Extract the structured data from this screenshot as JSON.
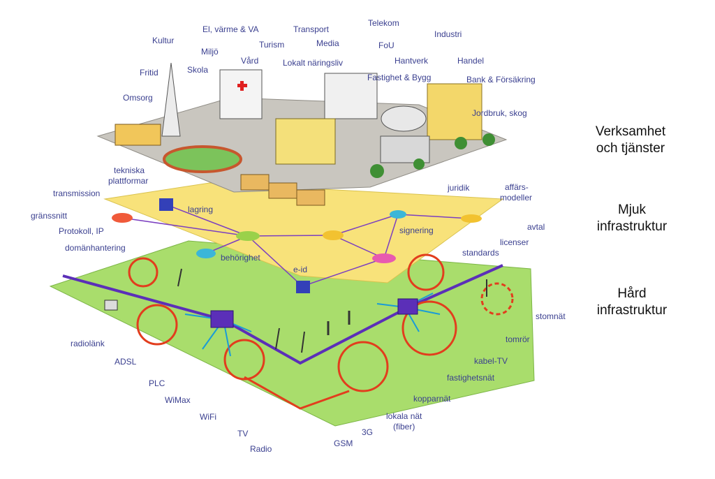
{
  "layers": {
    "top": {
      "title_line1": "Verksamhet",
      "title_line2": "och tjänster"
    },
    "middle": {
      "title_line1": "Mjuk",
      "title_line2": "infrastruktur"
    },
    "bottom": {
      "title_line1": "Hård",
      "title_line2": "infrastruktur"
    }
  },
  "services": [
    "Kultur",
    "El, värme & VA",
    "Transport",
    "Telekom",
    "Industri",
    "Miljö",
    "Turism",
    "Media",
    "FoU",
    "Skola",
    "Vård",
    "Lokalt näringsliv",
    "Hantverk",
    "Handel",
    "Fritid",
    "Fastighet & Bygg",
    "Bank & Försäkring",
    "Omsorg",
    "Jordbruk, skog"
  ],
  "soft": [
    "tekniska",
    "plattformar",
    "transmission",
    "gränssnitt",
    "Protokoll, IP",
    "domänhantering",
    "lagring",
    "behörighet",
    "e-id",
    "signering",
    "juridik",
    "affärs-",
    "modeller",
    "avtal",
    "licenser",
    "standards"
  ],
  "hard_left": [
    "radiolänk",
    "ADSL",
    "PLC",
    "WiMax",
    "WiFi",
    "TV",
    "Radio",
    "GSM",
    "3G"
  ],
  "hard_right": [
    "stomnät",
    "tomrör",
    "kabel-TV",
    "fastighetsnät",
    "kopparnät",
    "lokala nät",
    "(fiber)"
  ],
  "colors": {
    "label": "#3a3f8f",
    "soft_plane": "#f7e27a",
    "hard_plane": "#a6dc6b",
    "ring": "#e23d1d",
    "backbone": "#5b2fb8",
    "link": "#1a9bd7"
  }
}
